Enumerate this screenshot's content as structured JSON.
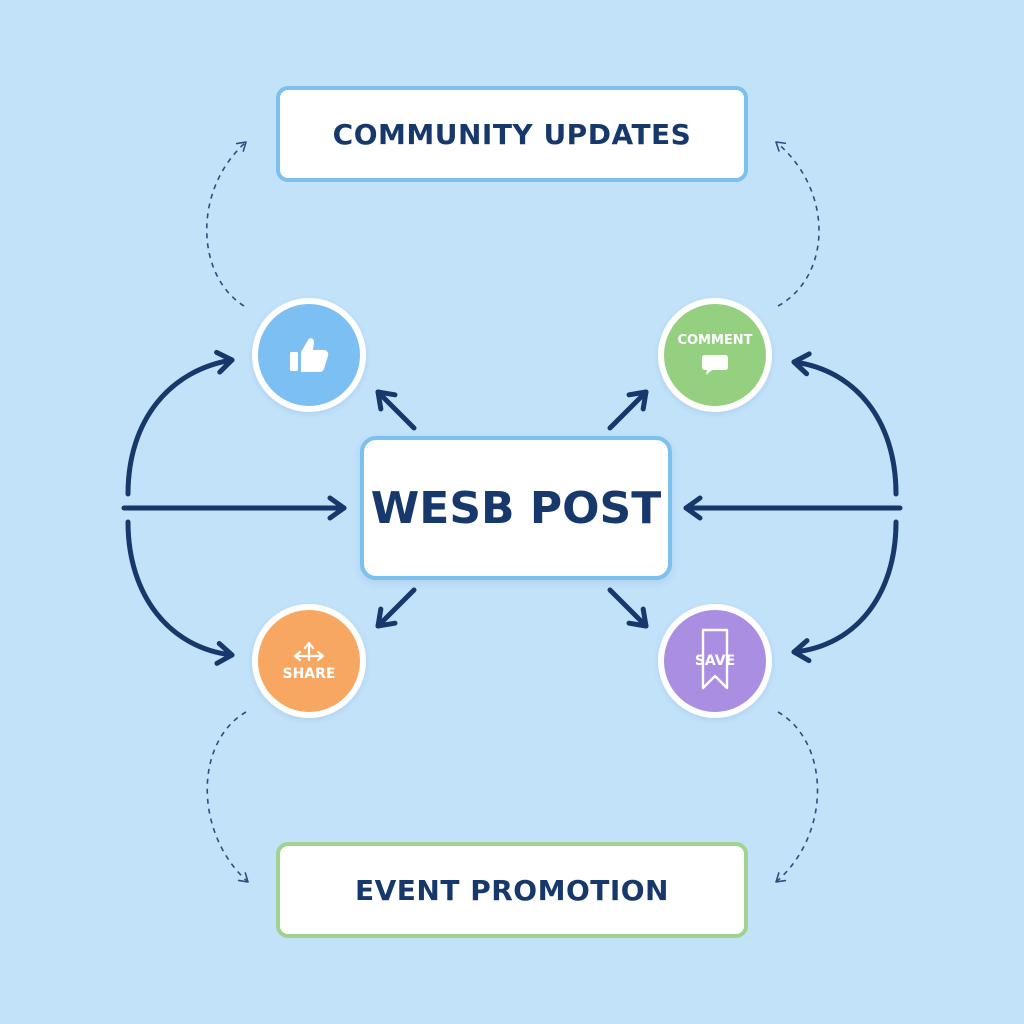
{
  "diagram": {
    "center": {
      "label": "WESB POST"
    },
    "top_box": {
      "label": "COMMUNITY UPDATES"
    },
    "bottom_box": {
      "label": "EVENT PROMOTION"
    },
    "nodes": {
      "like": {
        "icon": "thumbs-up-icon"
      },
      "comment": {
        "label": "COMMENT",
        "icon": "speech-bubble-icon"
      },
      "share": {
        "label": "SHARE",
        "icon": "share-arrows-icon"
      },
      "save": {
        "label": "SAVE",
        "icon": "bookmark-icon"
      }
    }
  },
  "colors": {
    "background": "#c2e2fa",
    "arrow": "#17386a",
    "text": "#17386a",
    "like": "#7cbff3",
    "comment": "#95cf80",
    "share": "#f8a763",
    "save": "#a98ee2",
    "top_border": "#7cc0ee",
    "bottom_border": "#9fd38f"
  }
}
